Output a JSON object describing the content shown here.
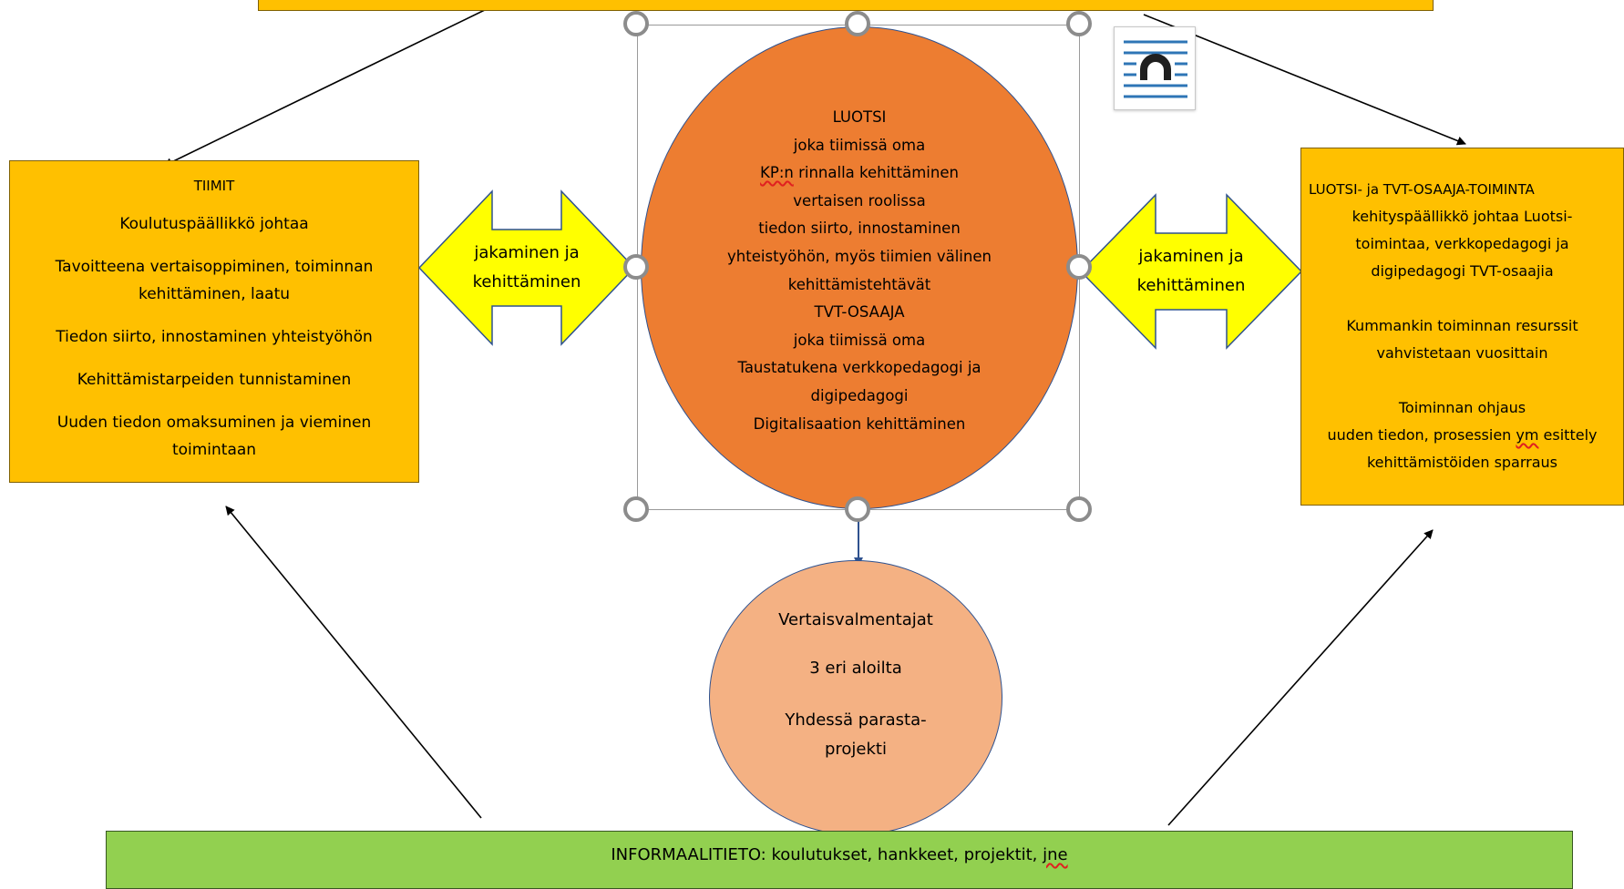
{
  "top_bar": {},
  "left_box": {
    "title": "TIIMIT",
    "lines": [
      "Koulutuspäällikkö johtaa",
      "Tavoitteena vertaisoppiminen, toiminnan kehittäminen, laatu",
      "Tiedon siirto, innostaminen yhteistyöhön",
      "Kehittämistarpeiden tunnistaminen",
      "Uuden tiedon omaksuminen ja vieminen toimintaan"
    ]
  },
  "center_ellipse": {
    "lines": [
      "LUOTSI",
      "joka tiimissä oma",
      "KP:n",
      "rinnalla kehittäminen",
      "vertaisen roolissa",
      "tiedon siirto, innostaminen",
      "yhteistyöhön, myös tiimien välinen",
      "kehittämistehtävät",
      "TVT-OSAAJA",
      "joka tiimissä oma",
      "Taustatukena verkkopedagogi ja",
      "digipedagogi",
      "Digitalisaation kehittäminen"
    ]
  },
  "left_arrow": {
    "line1": "jakaminen ja",
    "line2": "kehittäminen"
  },
  "right_arrow": {
    "line1": "jakaminen ja",
    "line2": "kehittäminen"
  },
  "right_box": {
    "lines": [
      "LUOTSI- ja TVT-OSAAJA-TOIMINTA",
      "kehityspäällikkö johtaa Luotsi-",
      "toimintaa, verkkopedagogi ja",
      "digipedagogi TVT-osaajia",
      "Kummankin toiminnan resurssit",
      "vahvistetaan vuosittain",
      "Toiminnan ohjaus",
      "uuden tiedon, prosessien",
      "ym",
      "esittely",
      "kehittämistöiden sparraus"
    ]
  },
  "small_circle": {
    "lines": [
      "Vertaisvalmentajat",
      "3 eri aloilta",
      "Yhdessä parasta-",
      "projekti"
    ]
  },
  "green_bar": {
    "text": "INFORMAALITIETO: koulutukset, hankkeet, projektit,",
    "tail": "jne"
  },
  "layout_options_icon": "wrap-text-icon",
  "colors": {
    "orange_box": "#FFC000",
    "ellipse": "#ED7D31",
    "circle": "#F4B183",
    "green_bar": "#92D050",
    "double_arrow": "#FFFF00"
  }
}
